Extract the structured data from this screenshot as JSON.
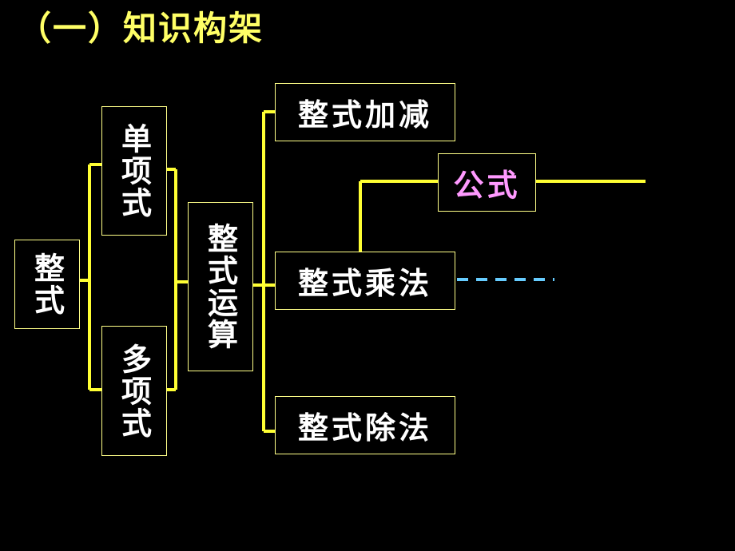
{
  "title": "（一）知识构架",
  "nodes": {
    "root": "整式",
    "monomial": "单项式",
    "polynomial": "多项式",
    "operations": "整式运算",
    "add_sub": "整式加减",
    "multiplication": "整式乘法",
    "formula": "公式",
    "division": "整式除法"
  },
  "colors": {
    "background": "#000000",
    "title": "#ffff66",
    "connector": "#ffff33",
    "box_border": "#ffff88",
    "node_text": "#ffffff",
    "formula_text": "#ff99ff",
    "dashed_line": "#66ccff"
  }
}
